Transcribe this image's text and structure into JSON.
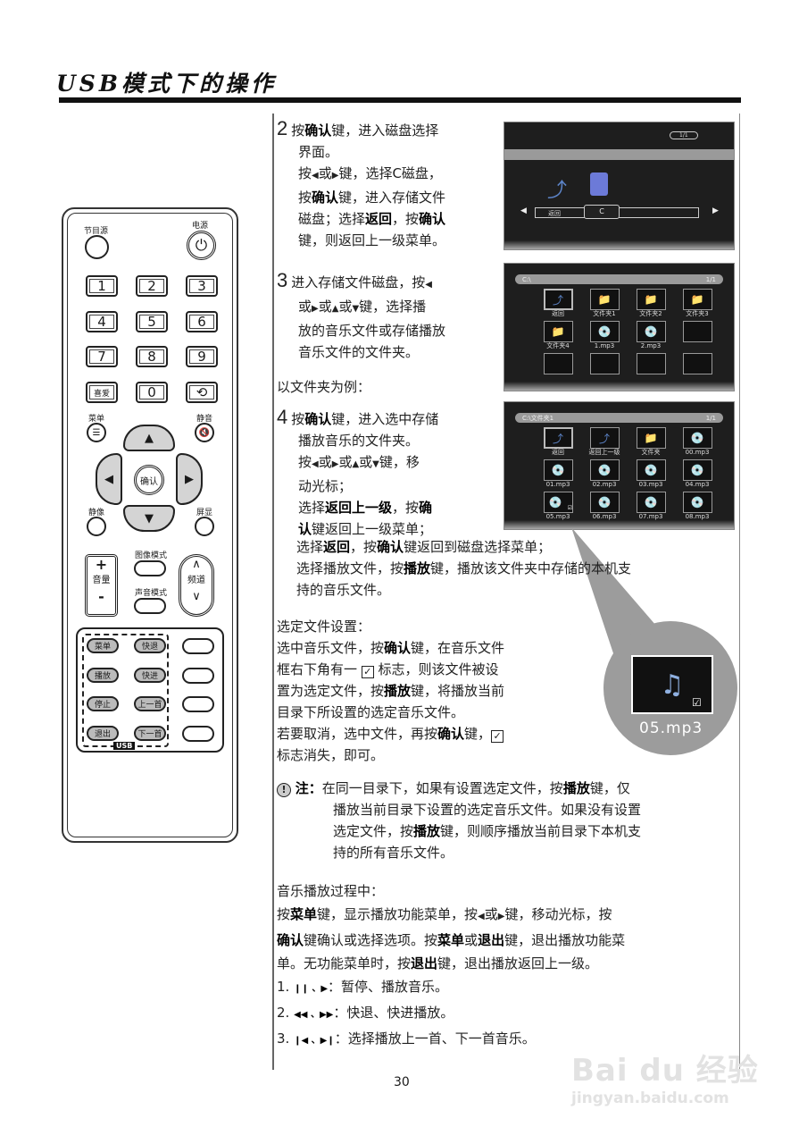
{
  "header": {
    "title": "USB模式下的操作"
  },
  "remote": {
    "labels": {
      "source": "节目源",
      "power": "电源",
      "menu": "菜单",
      "mute": "静音",
      "still": "静像",
      "display": "屏显",
      "picture_mode": "图像模式",
      "sound_mode": "声音模式",
      "volume": "音量",
      "channel": "频道",
      "ok": "确认",
      "usb": "USB"
    },
    "number_keys": [
      "1",
      "2",
      "3",
      "4",
      "5",
      "6",
      "7",
      "8",
      "9",
      "喜爱",
      "0",
      "⟲"
    ],
    "vol_plus": "+",
    "vol_minus": "-",
    "ch_up": "∧",
    "ch_down": "∨",
    "usb_keys": [
      "菜单",
      "快退",
      "播放",
      "快进",
      "停止",
      "上一首",
      "退出",
      "下一首"
    ]
  },
  "step2": {
    "num": "2",
    "lines": [
      "按确认键，进入磁盘选择",
      "界面。",
      "按◀或▶键，选择C磁盘，",
      "按确认键，进入存储文件",
      "磁盘；选择返回，按确认",
      "键，则返回上一级菜单。"
    ],
    "screen": {
      "page": "1/1",
      "back_label": "返回",
      "disk_label": "C"
    }
  },
  "step3": {
    "num": "3",
    "lines": [
      "进入存储文件磁盘，按◀",
      "或▶或▲或▼键，选择播",
      "放的音乐文件或存储播放",
      "音乐文件的文件夹。"
    ],
    "screen": {
      "path": "C:\\",
      "page": "1/1",
      "items": [
        "返回",
        "文件夹1",
        "文件夹2",
        "文件夹3",
        "文件夹4",
        "1.mp3",
        "2.mp3",
        "",
        "",
        "",
        "",
        ""
      ]
    }
  },
  "example_label": "以文件夹为例：",
  "step4": {
    "num": "4",
    "lines": [
      "按确认键，进入选中存储",
      "播放音乐的文件夹。",
      "按◀或▶或▲或▼键，移",
      "动光标；",
      "选择返回上一级，按确",
      "认键返回上一级菜单；"
    ],
    "full_lines": [
      "选择返回，按确认键返回到磁盘选择菜单；",
      "选择播放文件，按播放键，播放该文件夹中存储的本机支",
      "持的音乐文件。"
    ],
    "screen": {
      "path": "C:\\文件夹1",
      "page": "1/1",
      "items": [
        "返回",
        "返回上一级",
        "文件夹",
        "00.mp3",
        "01.mp3",
        "02.mp3",
        "03.mp3",
        "04.mp3",
        "05.mp3",
        "06.mp3",
        "07.mp3",
        "08.mp3"
      ]
    }
  },
  "select_section": {
    "title": "选定文件设置：",
    "lines": [
      "选中音乐文件，按确认键，在音乐文件",
      "框右下角有一 ☑ 标志，则该文件被设",
      "置为选定文件，按播放键，将播放当前",
      "目录下所设置的选定音乐文件。",
      "若要取消，选中文件，再按确认键，☑",
      "标志消失，即可。"
    ],
    "callout_label": "05.mp3"
  },
  "note": {
    "label": "注：",
    "lines": [
      "在同一目录下，如果有设置选定文件，按播放键，仅",
      "播放当前目录下设置的选定音乐文件。如果没有设置",
      "选定文件，按播放键，则顺序播放当前目录下本机支",
      "持的所有音乐文件。"
    ]
  },
  "playback": {
    "title": "音乐播放过程中：",
    "lines": [
      "按菜单键，显示播放功能菜单，按◀或▶键，移动光标，按",
      "确认键确认或选择选项。按菜单或退出键，退出播放功能菜",
      "单。无功能菜单时，按退出键，退出播放返回上一级。"
    ],
    "items": [
      {
        "num": "1.",
        "icons": "❙❙ 、▶",
        "text": "：暂停、播放音乐。"
      },
      {
        "num": "2.",
        "icons": "◀◀ 、▶▶",
        "text": "：快退、快进播放。"
      },
      {
        "num": "3.",
        "icons": "❙◀ 、▶❙",
        "text": "：选择播放上一首、下一首音乐。"
      }
    ]
  },
  "footer": {
    "page_number": "30",
    "watermark_big": "Bai du 经验",
    "watermark_small": "jingyan.baidu.com"
  }
}
